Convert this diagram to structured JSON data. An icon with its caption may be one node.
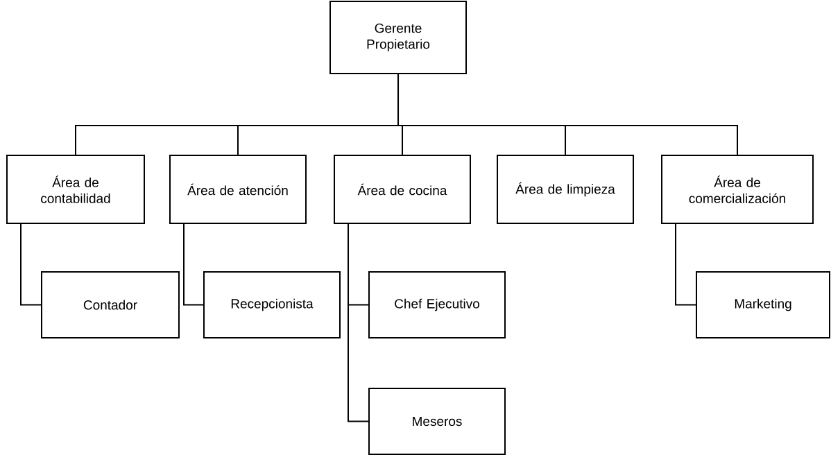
{
  "diagram": {
    "nodes": [
      {
        "text": [
          "Gerente Propietario"
        ]
      },
      {
        "text": [
          "Área de contabilidad"
        ]
      },
      {
        "text": [
          "Área de atención"
        ]
      },
      {
        "text": [
          "Área de cocina"
        ]
      },
      {
        "text": [
          "Área de limpieza"
        ]
      },
      {
        "text": [
          "Área de comercialización"
        ]
      },
      {
        "text": [
          "Contador"
        ]
      },
      {
        "text": [
          "Recepcionista"
        ]
      },
      {
        "text": [
          "Chef Ejecutivo"
        ]
      },
      {
        "text": [
          "Meseros"
        ]
      },
      {
        "text": [
          "Marketing"
        ]
      }
    ],
    "edges": [
      {
        "from": 0,
        "to": 1,
        "arrow": "none"
      },
      {
        "from": 0,
        "to": 2,
        "arrow": "none"
      },
      {
        "from": 0,
        "to": 3,
        "arrow": "none"
      },
      {
        "from": 0,
        "to": 4,
        "arrow": "none"
      },
      {
        "from": 0,
        "to": 5,
        "arrow": "none"
      },
      {
        "from": 1,
        "to": 6,
        "arrow": "none"
      },
      {
        "from": 2,
        "to": 7,
        "arrow": "none"
      },
      {
        "from": 3,
        "to": 8,
        "arrow": "none"
      },
      {
        "from": 3,
        "to": 9,
        "arrow": "none"
      },
      {
        "from": 5,
        "to": 10,
        "arrow": "none"
      }
    ]
  }
}
